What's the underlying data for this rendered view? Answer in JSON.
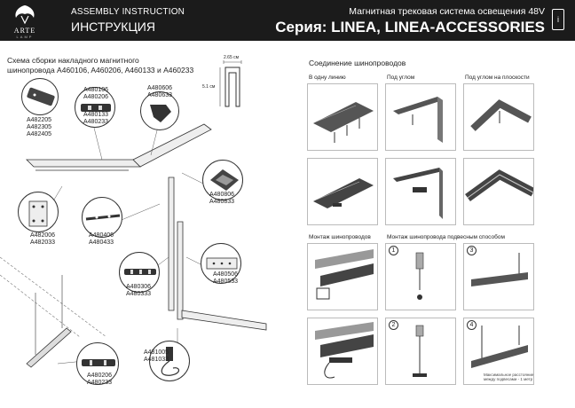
{
  "header": {
    "brand": "ARTE",
    "brand_sub": "LAMP",
    "doc_type_en": "ASSEMBLY INSTRUCTION",
    "doc_type_ru": "ИНСТРУКЦИЯ",
    "subtitle": "Магнитная трековая система освещения 48V",
    "series": "Серия: LINEA, LINEA-ACCESSORIES",
    "info_icon": "i"
  },
  "left": {
    "title_line1": "Схема  сборки накладного магнитного",
    "title_line2": "шинопровода A460106, A460206, A460133 и A460233",
    "profile_dims": {
      "width": "2.65 см",
      "height": "5.1 см"
    },
    "labels": {
      "connector_a4822": [
        "A482205",
        "A482305",
        "A482405"
      ],
      "connector_a4801": [
        "A480106",
        "A480206",
        "A480133",
        "A480233"
      ],
      "corner_a4806": [
        "A480606",
        "A480633"
      ],
      "corner_a4808": [
        "A480806",
        "A480833"
      ],
      "plate_a4820": [
        "A482006",
        "A482033"
      ],
      "connector_a4804": [
        "A480406",
        "A480433"
      ],
      "connector_a4803": [
        "A480306",
        "A480333"
      ],
      "plate_a4805": [
        "A480506",
        "A480533"
      ],
      "feed_a4810": [
        "A481005",
        "A481033"
      ],
      "connector_a4802": [
        "A480206",
        "A480233"
      ]
    }
  },
  "right": {
    "title": "Соединение шинопроводов",
    "panels": [
      {
        "title": "В одну линию"
      },
      {
        "title": "Под углом"
      },
      {
        "title": "Под углом на плоскости"
      },
      {
        "title": ""
      },
      {
        "title": ""
      },
      {
        "title": ""
      },
      {
        "title": "Монтаж шинопроводов"
      },
      {
        "title": "Монтаж шинопровода подвесным способом"
      },
      {
        "title": ""
      },
      {
        "title": ""
      },
      {
        "title": ""
      },
      {
        "title": ""
      }
    ],
    "steps": [
      "1",
      "2",
      "3",
      "4"
    ],
    "note_line1": "Максимальное расстояние",
    "note_line2": "между подвесами - 1 метр"
  },
  "colors": {
    "header_bg": "#1b1b1b",
    "track": "#3a3a3a",
    "line": "#555555"
  }
}
